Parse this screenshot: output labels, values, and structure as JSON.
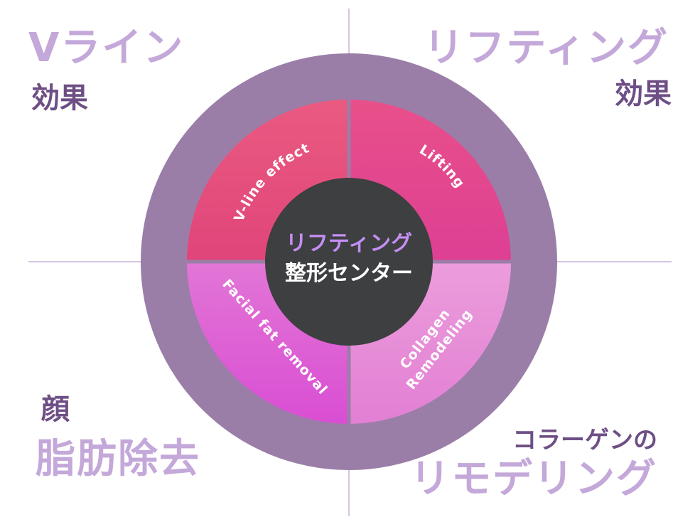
{
  "center": {
    "line1": "リフティング",
    "line2": "整形センター"
  },
  "segments": [
    {
      "label": "V-line effect",
      "color": "#e44a7e"
    },
    {
      "label": "Lifting",
      "color": "#e2488f"
    },
    {
      "label": "Collagen",
      "label2": "Remodeling",
      "color": "#e890d8"
    },
    {
      "label": "Facial fat removal",
      "color": "#dd5bd6"
    }
  ],
  "corners": {
    "top_left": {
      "title": "Vライン",
      "sub": "効果"
    },
    "top_right": {
      "title": "リフティング",
      "sub": "効果"
    },
    "bottom_left": {
      "sub": "顔",
      "title": "脂肪除去"
    },
    "bottom_right": {
      "sub": "コラーゲンの",
      "title": "リモデリング"
    }
  },
  "colors": {
    "outer_ring": "#9a7ea8",
    "hub": "#3d3f41",
    "hub_accent": "#c58ef2",
    "divider": "#d6c5e2",
    "label_light": "#c4a8d9",
    "label_dark": "#6e4f85"
  }
}
